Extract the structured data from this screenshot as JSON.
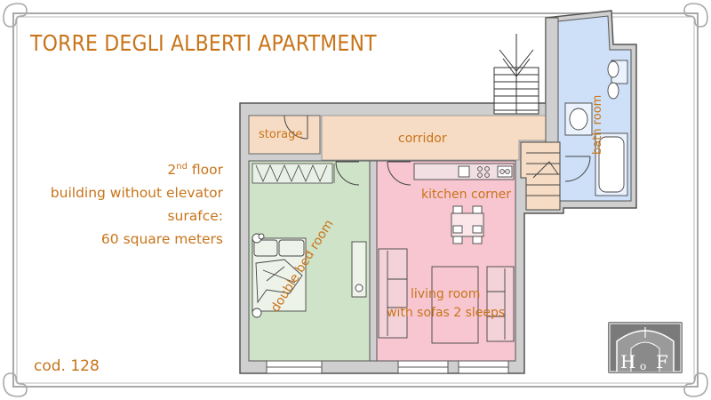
{
  "title": "TORRE DEGLI ALBERTI APARTMENT",
  "info": {
    "floor_number": "2",
    "floor_suffix": "nd",
    "floor_word": " floor",
    "elevator": "building without elevator",
    "surface_label": "surafce:",
    "surface_value": "60 square meters"
  },
  "code": "cod. 128",
  "rooms": {
    "storage": "storage",
    "corridor": "corridor",
    "kitchen": "kitchen corner",
    "bathroom": "bath room",
    "bedroom": "double bed room",
    "living_line1": "living room",
    "living_line2": "with sofas 2 sleeps"
  },
  "logo": {
    "letter_left": "H",
    "letter_mid": "o",
    "letter_right": "F"
  },
  "colors": {
    "label": "#c8741a",
    "wall": "#cfcfcf",
    "wall_line": "#555555",
    "bedroom": "#cfe3c8",
    "living": "#f7c6d0",
    "corridor": "#f6dcc4",
    "storage": "#f6dcc4",
    "bathroom": "#cde0f8",
    "frame": "#a9a9a9"
  }
}
